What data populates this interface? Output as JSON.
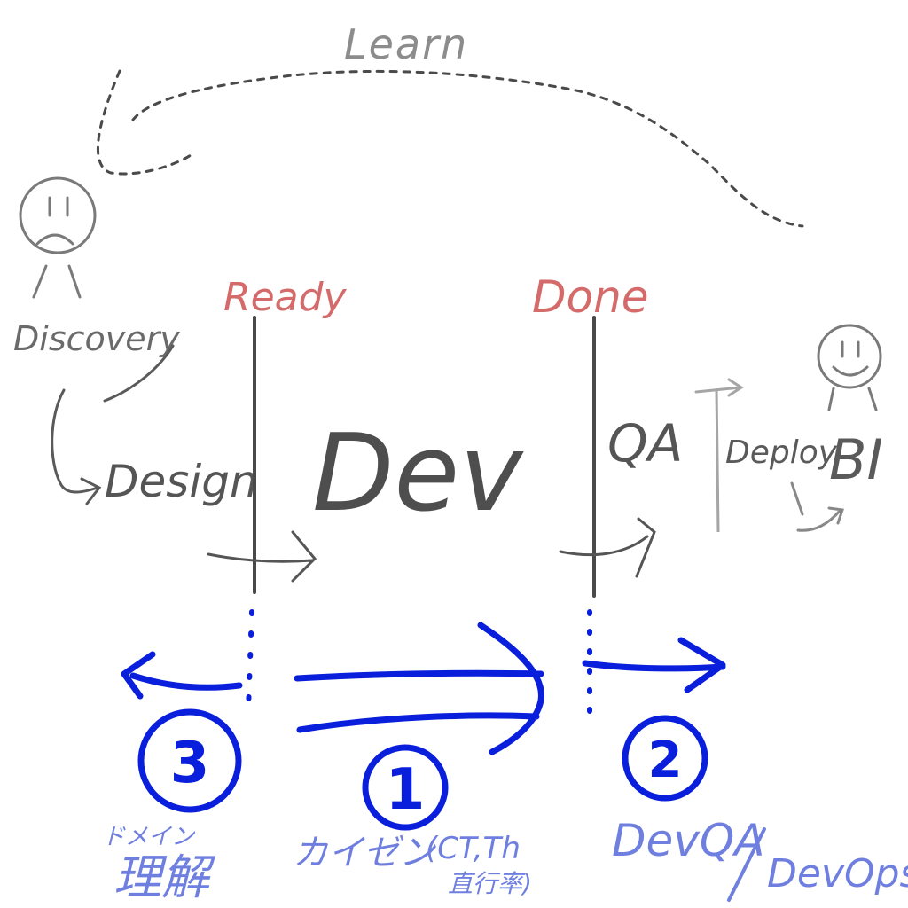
{
  "colors": {
    "pencil": "#4a4a4a",
    "pencil_light": "#8c8c8c",
    "milestone": "#d46a6a",
    "flow": "#0a1fdc",
    "note": "#6f7fe0"
  },
  "loop": {
    "label": "Learn"
  },
  "actors": {
    "left": {
      "icon": "sad-face-icon",
      "label": "Discovery"
    },
    "right": {
      "icon": "happy-face-icon",
      "label": "BI"
    }
  },
  "milestones": {
    "ready": "Ready",
    "done": "Done"
  },
  "stages": {
    "design": "Design",
    "dev": "Dev",
    "qa": "QA",
    "deploy": "Deploy"
  },
  "flows": {
    "f1": {
      "number": "1",
      "note_main": "カイゼン",
      "note_paren": "(CT,Th",
      "note_sub": "直行率)"
    },
    "f2": {
      "number": "2",
      "note_main": "DevQA",
      "note_sub": "DevOps"
    },
    "f3": {
      "number": "3",
      "note_top": "ドメイン",
      "note_main": "理解"
    }
  }
}
